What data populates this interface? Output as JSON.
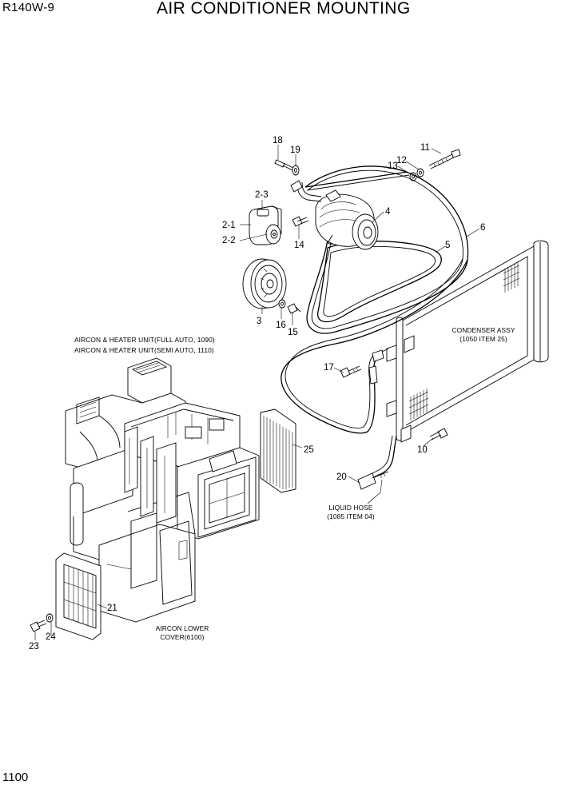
{
  "header": {
    "model": "R140W-9",
    "title": "AIR CONDITIONER MOUNTING"
  },
  "footer": {
    "page_number": "1100"
  },
  "callouts": {
    "n18": "18",
    "n19": "19",
    "n11": "11",
    "n12": "12",
    "n13": "13",
    "n2_3": "2-3",
    "n2_1": "2-1",
    "n2_2": "2-2",
    "n14": "14",
    "n4": "4",
    "n6": "6",
    "n5": "5",
    "n3": "3",
    "n16": "16",
    "n15": "15",
    "n17": "17",
    "n10": "10",
    "n25": "25",
    "n20": "20",
    "n21": "21",
    "n23": "23",
    "n24": "24"
  },
  "notes": {
    "condenser_line1": "CONDENSER ASSY",
    "condenser_line2": "(1050 ITEM 25)",
    "aircon_unit_line1": "AIRCON & HEATER UNIT(FULL AUTO, 1090)",
    "aircon_unit_line2": "AIRCON & HEATER UNIT(SEMI AUTO, 1110)",
    "liquid_hose_line1": "LIQUID HOSE",
    "liquid_hose_line2": "(1085 ITEM 04)",
    "lower_cover_line1": "AIRCON LOWER",
    "lower_cover_line2": "COVER(6100)"
  }
}
